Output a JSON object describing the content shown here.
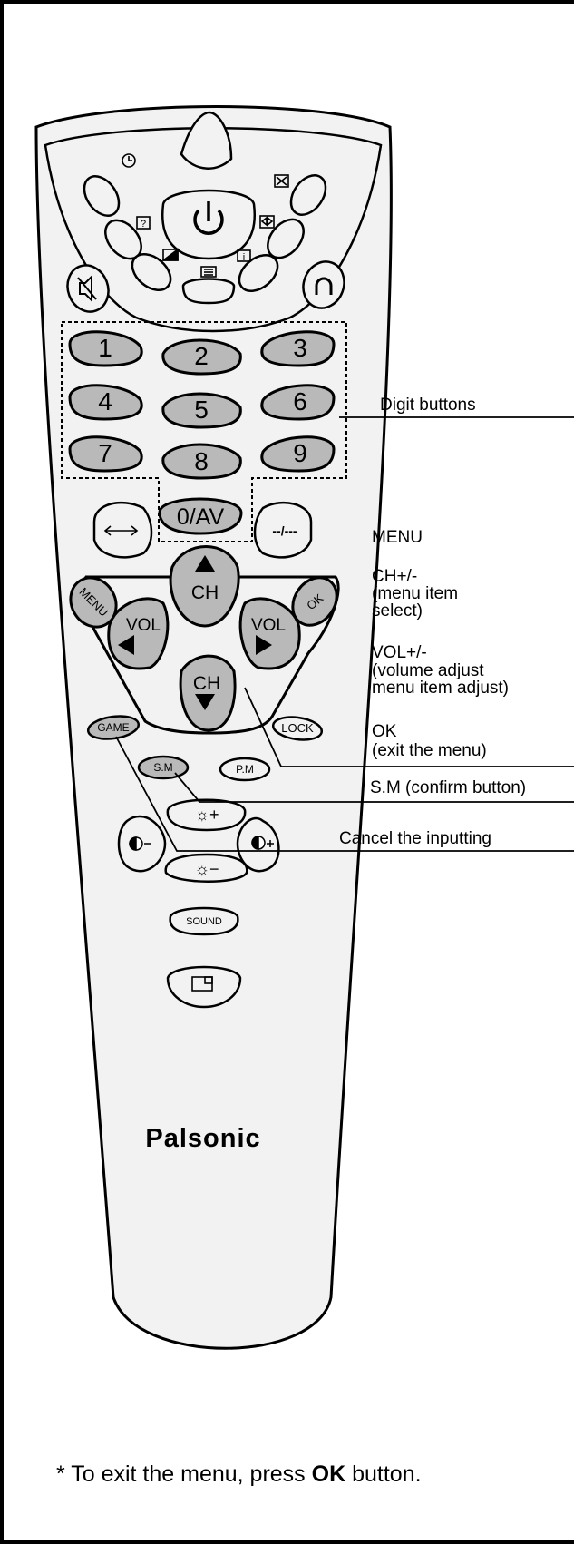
{
  "remote": {
    "brand": "Palsonic",
    "digits": [
      "1",
      "2",
      "3",
      "4",
      "5",
      "6",
      "7",
      "8",
      "9"
    ],
    "zero_av": "0/AV",
    "swap_icon": "double-arrow-icon",
    "dash_label": "--/---",
    "menu_label": "MENU",
    "ok_label": "OK",
    "ch_up_label": "CH",
    "ch_down_label": "CH",
    "vol_left_label": "VOL",
    "vol_right_label": "VOL",
    "game_label": "GAME",
    "lock_label": "LOCK",
    "sm_label": "S.M",
    "pm_label": "P.M",
    "brightness_up_label": "☼+",
    "brightness_down_label": "☼−",
    "sound_label": "SOUND",
    "top_icons": [
      "clock-icon",
      "help-icon",
      "power-icon",
      "text-mix-icon",
      "picture-size-icon",
      "info-icon",
      "teletext-icon",
      "mute-icon",
      "headphone-icon",
      "half-page-icon"
    ]
  },
  "annotations": {
    "digit_buttons": "Digit buttons",
    "menu": "MENU",
    "ch": [
      "CH+/-",
      "(menu item",
      "select)"
    ],
    "vol": [
      "VOL+/-",
      "(volume adjust",
      "menu item adjust)"
    ],
    "ok": [
      "OK",
      "(exit the menu)"
    ],
    "sm": "S.M (confirm button)",
    "cancel": "Cancel the inputting"
  },
  "footnote": {
    "prefix": "* To exit the menu, press ",
    "bold": "OK",
    "suffix": " button."
  }
}
